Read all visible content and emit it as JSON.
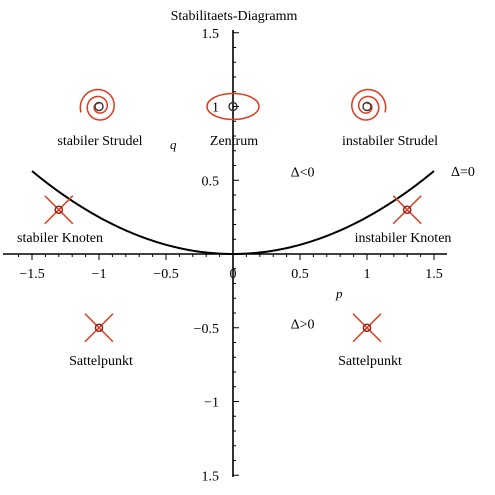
{
  "chart_data": {
    "type": "line",
    "title": "Stabilitaets-Diagramm",
    "xlabel": "p",
    "ylabel": "q",
    "xlim": [
      -1.6,
      1.6
    ],
    "ylim": [
      -1.5,
      1.5
    ],
    "xticks": [
      {
        "value": -1.5,
        "label": "−1.5"
      },
      {
        "value": -1,
        "label": "−1"
      },
      {
        "value": -0.5,
        "label": "−0.5"
      },
      {
        "value": 0,
        "label": "0"
      },
      {
        "value": 0.5,
        "label": "0.5"
      },
      {
        "value": 1,
        "label": "1"
      },
      {
        "value": 1.5,
        "label": "1.5"
      }
    ],
    "yticks": [
      {
        "value": 1.5,
        "label": "1.5"
      },
      {
        "value": 1,
        "label": "1"
      },
      {
        "value": 0.5,
        "label": "0.5"
      },
      {
        "value": -0.5,
        "label": "−0.5"
      },
      {
        "value": -1,
        "label": "−1"
      },
      {
        "value": -1.5,
        "label": "1.5"
      }
    ],
    "grid": false,
    "curve": {
      "equation": "q = p^2/4",
      "label": "Δ=0",
      "p_range": [
        -1.5,
        1.5
      ]
    },
    "annotations": [
      {
        "text": "Δ<0",
        "x": 0.43,
        "y": 0.56
      },
      {
        "text": "Δ>0",
        "x": 0.43,
        "y": -0.47
      }
    ],
    "regions": [
      {
        "label": "stabiler Strudel",
        "marker": "spiral-in",
        "x": -1,
        "y": 1
      },
      {
        "label": "Zentrum",
        "marker": "ellipse",
        "x": 0,
        "y": 1
      },
      {
        "label": "instabiler Strudel",
        "marker": "spiral-out",
        "x": 1,
        "y": 1
      },
      {
        "label": "stabiler Knoten",
        "marker": "node",
        "x": -1.3,
        "y": 0.3
      },
      {
        "label": "instabiler Knoten",
        "marker": "node",
        "x": 1.3,
        "y": 0.3
      },
      {
        "label": "Sattelpunkt",
        "marker": "saddle",
        "x": -1,
        "y": -0.5
      },
      {
        "label": "Sattelpunkt",
        "marker": "saddle",
        "x": 1,
        "y": -0.5
      }
    ],
    "colors": {
      "curve": "#000000",
      "markers": "#e0391c",
      "axes": "#000000"
    }
  }
}
